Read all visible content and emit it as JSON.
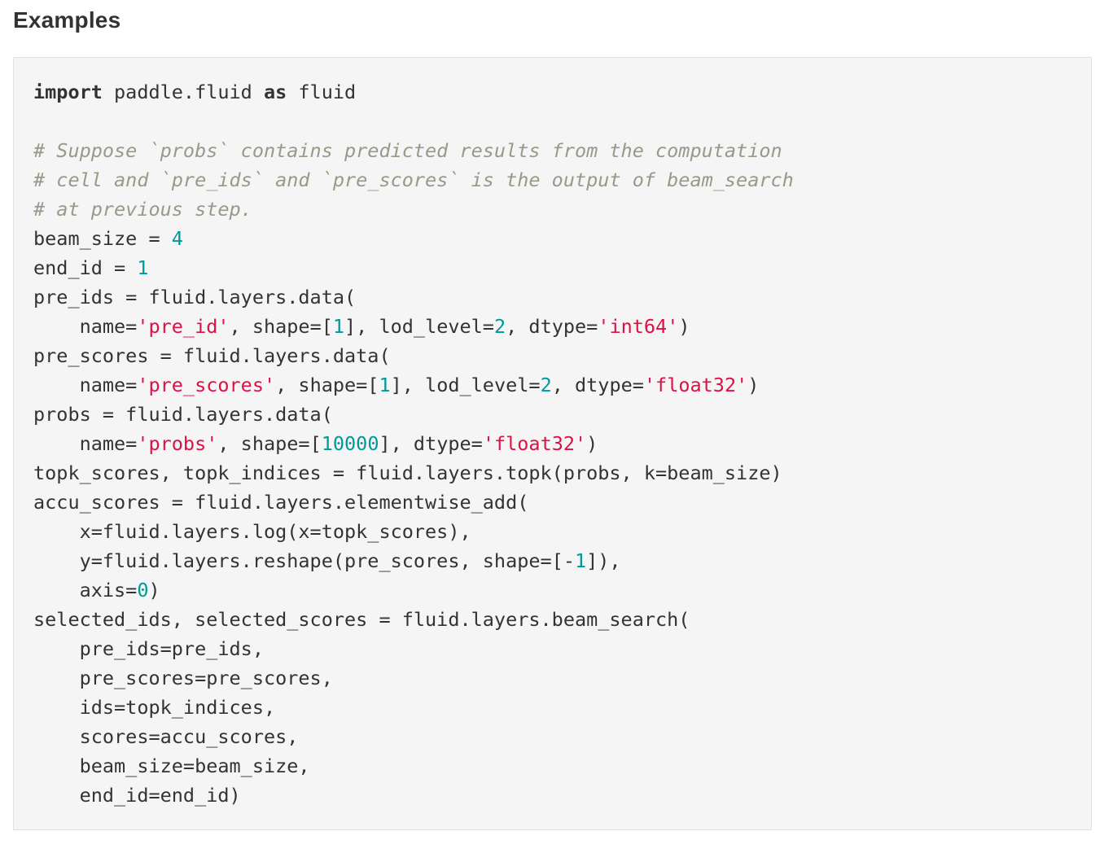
{
  "page": {
    "title": "Examples"
  },
  "colors": {
    "text": "#333333",
    "keyword": "#333333",
    "comment": "#999988",
    "string": "#dd1144",
    "number": "#009999",
    "code_bg": "#f5f5f6",
    "code_border": "#dfe2e4"
  },
  "code_block": {
    "language": "python",
    "lines": [
      [
        {
          "type": "keyword",
          "text": "import"
        },
        {
          "type": "plain",
          "text": " paddle.fluid "
        },
        {
          "type": "keyword",
          "text": "as"
        },
        {
          "type": "plain",
          "text": " fluid"
        }
      ],
      [],
      [
        {
          "type": "comment",
          "text": "# Suppose `probs` contains predicted results from the computation"
        }
      ],
      [
        {
          "type": "comment",
          "text": "# cell and `pre_ids` and `pre_scores` is the output of beam_search"
        }
      ],
      [
        {
          "type": "comment",
          "text": "# at previous step."
        }
      ],
      [
        {
          "type": "plain",
          "text": "beam_size = "
        },
        {
          "type": "number",
          "text": "4"
        }
      ],
      [
        {
          "type": "plain",
          "text": "end_id = "
        },
        {
          "type": "number",
          "text": "1"
        }
      ],
      [
        {
          "type": "plain",
          "text": "pre_ids = fluid.layers.data("
        }
      ],
      [
        {
          "type": "plain",
          "text": "    name="
        },
        {
          "type": "string",
          "text": "'pre_id'"
        },
        {
          "type": "plain",
          "text": ", shape=["
        },
        {
          "type": "number",
          "text": "1"
        },
        {
          "type": "plain",
          "text": "], lod_level="
        },
        {
          "type": "number",
          "text": "2"
        },
        {
          "type": "plain",
          "text": ", dtype="
        },
        {
          "type": "string",
          "text": "'int64'"
        },
        {
          "type": "plain",
          "text": ")"
        }
      ],
      [
        {
          "type": "plain",
          "text": "pre_scores = fluid.layers.data("
        }
      ],
      [
        {
          "type": "plain",
          "text": "    name="
        },
        {
          "type": "string",
          "text": "'pre_scores'"
        },
        {
          "type": "plain",
          "text": ", shape=["
        },
        {
          "type": "number",
          "text": "1"
        },
        {
          "type": "plain",
          "text": "], lod_level="
        },
        {
          "type": "number",
          "text": "2"
        },
        {
          "type": "plain",
          "text": ", dtype="
        },
        {
          "type": "string",
          "text": "'float32'"
        },
        {
          "type": "plain",
          "text": ")"
        }
      ],
      [
        {
          "type": "plain",
          "text": "probs = fluid.layers.data("
        }
      ],
      [
        {
          "type": "plain",
          "text": "    name="
        },
        {
          "type": "string",
          "text": "'probs'"
        },
        {
          "type": "plain",
          "text": ", shape=["
        },
        {
          "type": "number",
          "text": "10000"
        },
        {
          "type": "plain",
          "text": "], dtype="
        },
        {
          "type": "string",
          "text": "'float32'"
        },
        {
          "type": "plain",
          "text": ")"
        }
      ],
      [
        {
          "type": "plain",
          "text": "topk_scores, topk_indices = fluid.layers.topk(probs, k=beam_size)"
        }
      ],
      [
        {
          "type": "plain",
          "text": "accu_scores = fluid.layers.elementwise_add("
        }
      ],
      [
        {
          "type": "plain",
          "text": "    x=fluid.layers.log(x=topk_scores),"
        }
      ],
      [
        {
          "type": "plain",
          "text": "    y=fluid.layers.reshape(pre_scores, shape=[-"
        },
        {
          "type": "number",
          "text": "1"
        },
        {
          "type": "plain",
          "text": "]),"
        }
      ],
      [
        {
          "type": "plain",
          "text": "    axis="
        },
        {
          "type": "number",
          "text": "0"
        },
        {
          "type": "plain",
          "text": ")"
        }
      ],
      [
        {
          "type": "plain",
          "text": "selected_ids, selected_scores = fluid.layers.beam_search("
        }
      ],
      [
        {
          "type": "plain",
          "text": "    pre_ids=pre_ids,"
        }
      ],
      [
        {
          "type": "plain",
          "text": "    pre_scores=pre_scores,"
        }
      ],
      [
        {
          "type": "plain",
          "text": "    ids=topk_indices,"
        }
      ],
      [
        {
          "type": "plain",
          "text": "    scores=accu_scores,"
        }
      ],
      [
        {
          "type": "plain",
          "text": "    beam_size=beam_size,"
        }
      ],
      [
        {
          "type": "plain",
          "text": "    end_id=end_id)"
        }
      ]
    ]
  }
}
